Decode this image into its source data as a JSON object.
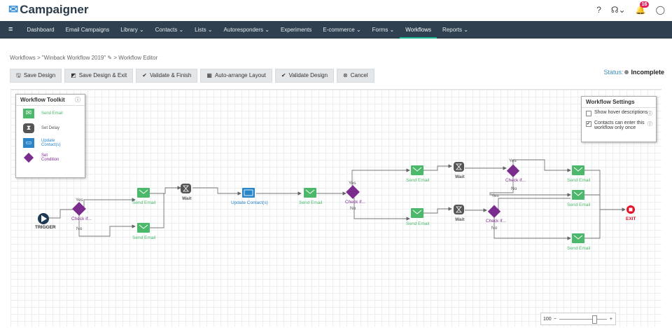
{
  "app": {
    "name": "Campaigner",
    "notif_count": "16"
  },
  "nav": {
    "items": [
      {
        "label": "Dashboard"
      },
      {
        "label": "Email Campaigns"
      },
      {
        "label": "Library ⌄"
      },
      {
        "label": "Contacts ⌄"
      },
      {
        "label": "Lists ⌄"
      },
      {
        "label": "Autoresponders ⌄"
      },
      {
        "label": "Experiments"
      },
      {
        "label": "E-commerce ⌄"
      },
      {
        "label": "Forms ⌄"
      },
      {
        "label": "Workflows",
        "active": true
      },
      {
        "label": "Reports ⌄"
      }
    ]
  },
  "breadcrumb": {
    "text": "Workflows > \"Winback Workflow 2019\" ✎ > Workflow Editor"
  },
  "toolbar": {
    "save": "Save Design",
    "save_exit": "Save Design & Exit",
    "validate_finish": "Validate & Finish",
    "auto_arrange": "Auto-arrange Layout",
    "validate": "Validate Design",
    "cancel": "Cancel"
  },
  "status": {
    "label": "Status:",
    "value": "Incomplete"
  },
  "toolkit": {
    "title": "Workflow Toolkit",
    "items": [
      {
        "label": "Send Email"
      },
      {
        "label": "Set Delay"
      },
      {
        "label": "Update Contact(s)"
      },
      {
        "label": "Set Condition"
      }
    ]
  },
  "settings": {
    "title": "Workflow Settings",
    "hover": "Show hover descriptions",
    "once": "Contacts can enter this workflow only once"
  },
  "flow": {
    "trigger": "TRIGGER",
    "check": "Check if...",
    "yes": "Yes",
    "no": "No",
    "send_email": "Send Email",
    "wait": "Wait",
    "update": "Update Contact(s)",
    "exit": "EXIT"
  },
  "zoom": {
    "value": "100"
  },
  "colors": {
    "email": "#4cb86b",
    "wait": "#555555",
    "update": "#2a86c8",
    "condition": "#7b2d8e",
    "exit": "#e0152a",
    "nav": "#2f4050"
  }
}
